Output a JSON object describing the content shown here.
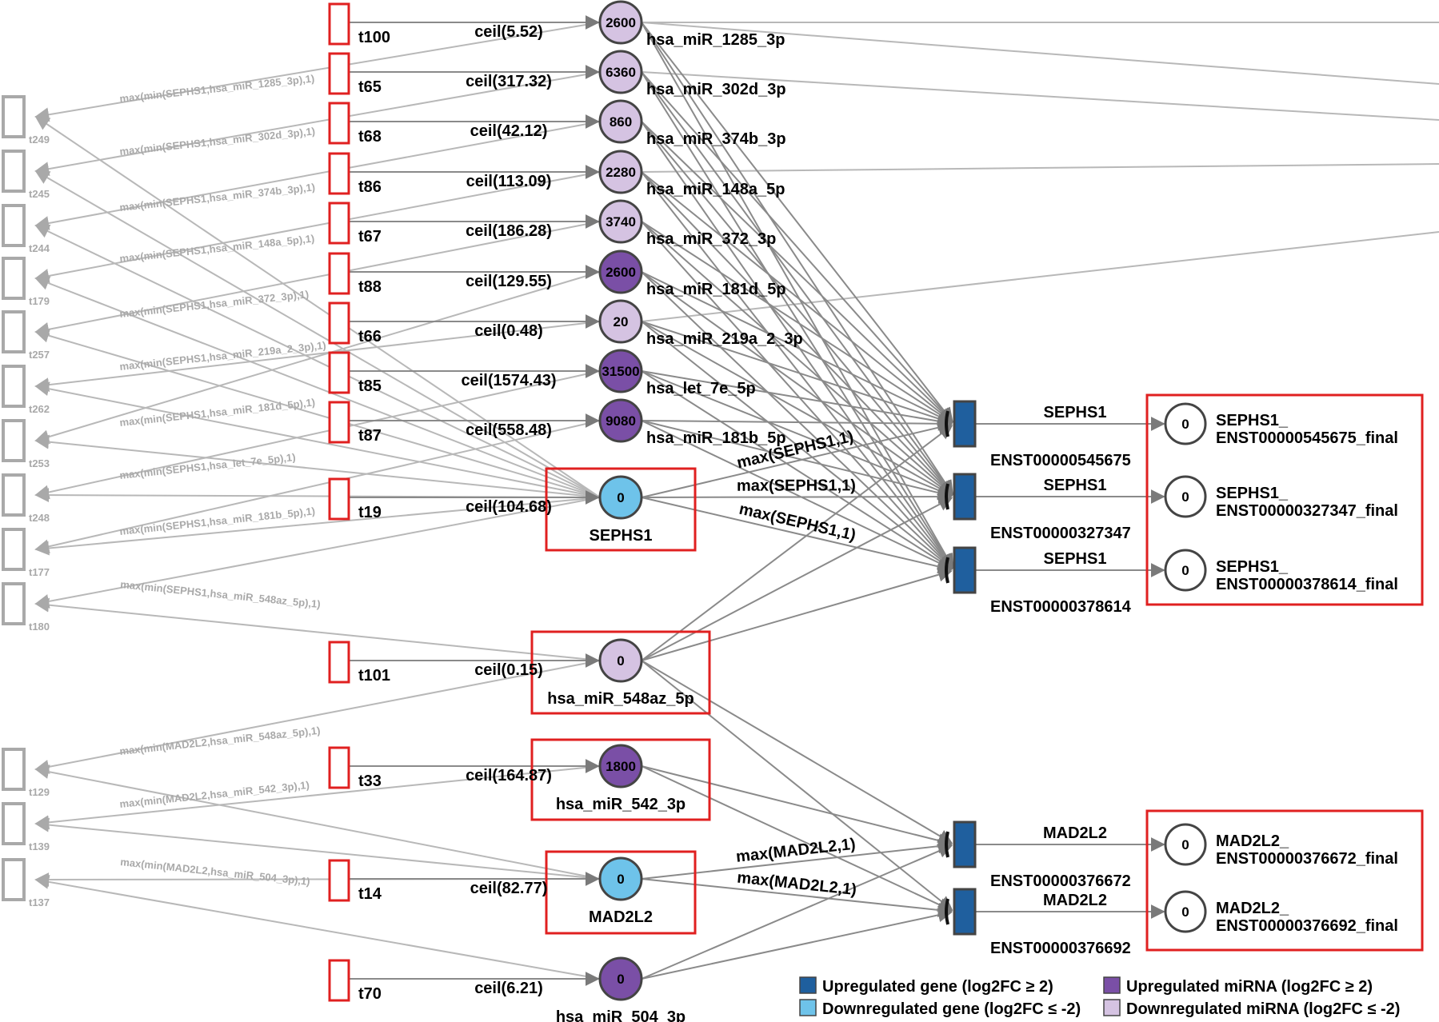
{
  "colors": {
    "upregulated_gene": "#1f5f9e",
    "downregulated_gene": "#6ec3ea",
    "upregulated_mirna": "#7a4fa6",
    "downregulated_mirna": "#d5c3e2",
    "highlight_box": "#e02020",
    "transition_red": "#e02020",
    "transition_gray": "#a9a9a9",
    "edge": "#8a8a8a",
    "edge_light": "#b8b8b8"
  },
  "right_transitions": [
    {
      "id": "t100",
      "weight": "ceil(5.52)"
    },
    {
      "id": "t65",
      "weight": "ceil(317.32)"
    },
    {
      "id": "t68",
      "weight": "ceil(42.12)"
    },
    {
      "id": "t86",
      "weight": "ceil(113.09)"
    },
    {
      "id": "t67",
      "weight": "ceil(186.28)"
    },
    {
      "id": "t88",
      "weight": "ceil(129.55)"
    },
    {
      "id": "t66",
      "weight": "ceil(0.48)"
    },
    {
      "id": "t85",
      "weight": "ceil(1574.43)"
    },
    {
      "id": "t87",
      "weight": "ceil(558.48)"
    },
    {
      "id": "t19",
      "weight": "ceil(104.68)"
    },
    {
      "id": "t101",
      "weight": "ceil(0.15)"
    },
    {
      "id": "t33",
      "weight": "ceil(164.87)"
    },
    {
      "id": "t14",
      "weight": "ceil(82.77)"
    },
    {
      "id": "t70",
      "weight": "ceil(6.21)"
    }
  ],
  "places": [
    {
      "tokens": "2600",
      "name": "hsa_miR_1285_3p",
      "kind": "downregulated_mirna"
    },
    {
      "tokens": "6360",
      "name": "hsa_miR_302d_3p",
      "kind": "downregulated_mirna"
    },
    {
      "tokens": "860",
      "name": "hsa_miR_374b_3p",
      "kind": "downregulated_mirna"
    },
    {
      "tokens": "2280",
      "name": "hsa_miR_148a_5p",
      "kind": "downregulated_mirna"
    },
    {
      "tokens": "3740",
      "name": "hsa_miR_372_3p",
      "kind": "downregulated_mirna"
    },
    {
      "tokens": "2600",
      "name": "hsa_miR_181d_5p",
      "kind": "upregulated_mirna"
    },
    {
      "tokens": "20",
      "name": "hsa_miR_219a_2_3p",
      "kind": "downregulated_mirna"
    },
    {
      "tokens": "31500",
      "name": "hsa_let_7e_5p",
      "kind": "upregulated_mirna"
    },
    {
      "tokens": "9080",
      "name": "hsa_miR_181b_5p",
      "kind": "upregulated_mirna"
    },
    {
      "tokens": "0",
      "name": "SEPHS1",
      "kind": "downregulated_gene"
    },
    {
      "tokens": "0",
      "name": "hsa_miR_548az_5p",
      "kind": "downregulated_mirna"
    },
    {
      "tokens": "1800",
      "name": "hsa_miR_542_3p",
      "kind": "upregulated_mirna"
    },
    {
      "tokens": "0",
      "name": "MAD2L2",
      "kind": "downregulated_gene"
    },
    {
      "tokens": "0",
      "name": "hsa_miR_504_3p",
      "kind": "upregulated_mirna"
    }
  ],
  "left_transitions": [
    {
      "id": "t249",
      "label": "max(min(SEPHS1,hsa_miR_1285_3p),1)"
    },
    {
      "id": "t245",
      "label": "max(min(SEPHS1,hsa_miR_302d_3p),1)"
    },
    {
      "id": "t244",
      "label": "max(min(SEPHS1,hsa_miR_374b_3p),1)"
    },
    {
      "id": "t179",
      "label": "max(min(SEPHS1,hsa_miR_148a_5p),1)"
    },
    {
      "id": "t257",
      "label": "max(min(SEPHS1,hsa_miR_372_3p),1)"
    },
    {
      "id": "t262",
      "label": "max(min(SEPHS1,hsa_miR_219a_2_3p),1)"
    },
    {
      "id": "t253",
      "label": "max(min(SEPHS1,hsa_miR_181d_5p),1)"
    },
    {
      "id": "t248",
      "label": "max(min(SEPHS1,hsa_let_7e_5p),1)"
    },
    {
      "id": "t177",
      "label": "max(min(SEPHS1,hsa_miR_181b_5p),1)"
    },
    {
      "id": "t180",
      "label": "max(min(SEPHS1,hsa_miR_548az_5p),1)"
    },
    {
      "id": "t129",
      "label": "max(min(MAD2L2,hsa_miR_548az_5p),1)"
    },
    {
      "id": "t139",
      "label": "max(min(MAD2L2,hsa_miR_542_3p),1)"
    },
    {
      "id": "t137",
      "label": "max(min(MAD2L2,hsa_miR_504_3p),1)"
    }
  ],
  "transcripts": [
    {
      "id": "ENST00000545675",
      "gene": "SEPHS1",
      "final_gene": "SEPHS1_",
      "final_id": "ENST00000545675_final",
      "tokens": "0"
    },
    {
      "id": "ENST00000327347",
      "gene": "SEPHS1",
      "final_gene": "SEPHS1_",
      "final_id": "ENST00000327347_final",
      "tokens": "0"
    },
    {
      "id": "ENST00000378614",
      "gene": "SEPHS1",
      "final_gene": "SEPHS1_",
      "final_id": "ENST00000378614_final",
      "tokens": "0"
    },
    {
      "id": "ENST00000376672",
      "gene": "MAD2L2",
      "final_gene": "MAD2L2_",
      "final_id": "ENST00000376672_final",
      "tokens": "0"
    },
    {
      "id": "ENST00000376692",
      "gene": "MAD2L2",
      "final_gene": "MAD2L2_",
      "final_id": "ENST00000376692_final",
      "tokens": "0"
    }
  ],
  "edge_labels": {
    "sephs1_a": "max(SEPHS1,1)",
    "sephs1_b": "max(SEPHS1,1)",
    "sephs1_c": "max(SEPHS1,1)",
    "mad2l2_a": "max(MAD2L2,1)",
    "mad2l2_b": "max(MAD2L2,1)"
  },
  "legend": [
    {
      "kind": "upregulated_gene",
      "label": "Upregulated gene (log2FC ≥ 2)"
    },
    {
      "kind": "downregulated_gene",
      "label": "Downregulated gene (log2FC ≤ -2)"
    },
    {
      "kind": "upregulated_mirna",
      "label": "Upregulated miRNA (log2FC ≥ 2)"
    },
    {
      "kind": "downregulated_mirna",
      "label": "Downregulated miRNA (log2FC ≤ -2)"
    }
  ]
}
